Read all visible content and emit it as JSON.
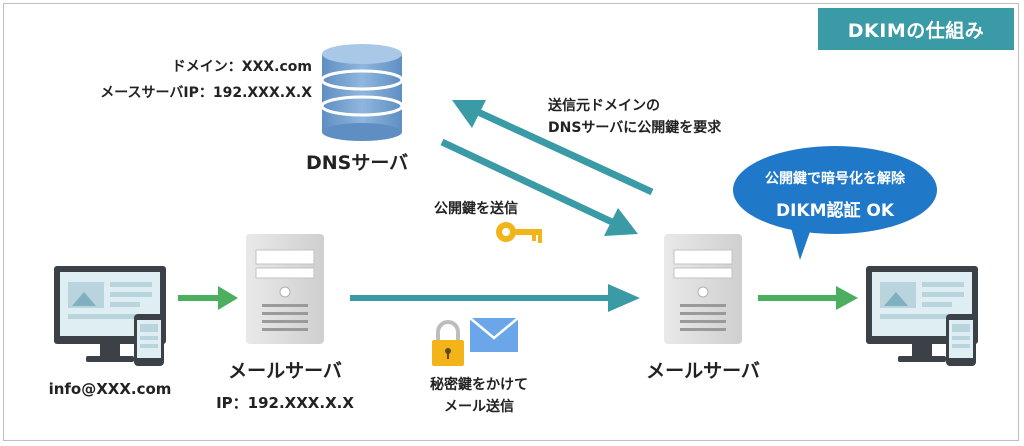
{
  "title": "DKIMの仕組み",
  "dns_info": {
    "domain_line": "ドメイン：XXX.com",
    "ip_line": "メースサーバIP：192.XXX.X.X"
  },
  "dns_server_label": "DNSサーバ",
  "request_label": {
    "line1": "送信元ドメインの",
    "line2": "DNSサーバに公開鍵を要求"
  },
  "send_key_label": "公開鍵を送信",
  "bubble": {
    "line1": "公開鍵で暗号化を解除",
    "line2": "DIKM認証 OK"
  },
  "sender_email": "info@XXX.com",
  "left_server": {
    "label": "メールサーバ",
    "ip": "IP：192.XXX.X.X"
  },
  "sign_label": {
    "line1": "秘密鍵をかけて",
    "line2": "メール送信"
  },
  "right_server": {
    "label": "メールサーバ"
  },
  "colors": {
    "accent_teal": "#3a9aa6",
    "arrow_green": "#4caf5f",
    "bubble_blue": "#1f78c8",
    "key_gold": "#f2b418",
    "envelope_blue": "#6aa6e8"
  }
}
